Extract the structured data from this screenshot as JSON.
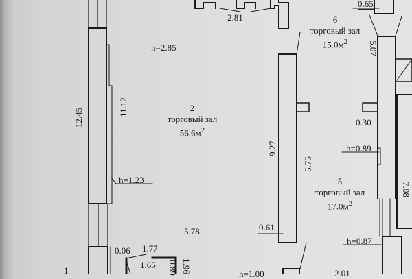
{
  "document": {
    "type": "floor plan",
    "ceiling_height": "h=2.85"
  },
  "rooms": [
    {
      "number": "2",
      "name": "торговый зал",
      "area": "56.6м",
      "area_sup": "2"
    },
    {
      "number": "6",
      "name": "торговый зал",
      "area": "15.0м",
      "area_sup": "2"
    },
    {
      "number": "5",
      "name": "торговый зал",
      "area": "17.0м",
      "area_sup": "2"
    },
    {
      "number": "1"
    }
  ],
  "dimensions": {
    "d_12_45": "12.45",
    "d_11_12": "11.12",
    "d_2_81": "2.81",
    "d_0_65": "0.65",
    "d_5_07": "5.07",
    "d_0_30": "0.30",
    "d_9_27": "9.27",
    "d_5_75": "5.75",
    "d_7_08": "7.08",
    "d_5_78": "5.78",
    "d_0_61": "0.61",
    "d_0_06": "0.06",
    "d_1_77": "1.77",
    "d_1_65": "1.65",
    "d_0_89_v": "0.89",
    "d_1_96": "1.96",
    "d_2_01": "2.01"
  },
  "heights": {
    "h_1_23": "h=1.23",
    "h_0_89": "h=0.89",
    "h_0_87": "h=0.87",
    "h_1_00": "h=1.00"
  },
  "colors": {
    "line": "#1a1a1a",
    "paper": "#e2e0de"
  }
}
